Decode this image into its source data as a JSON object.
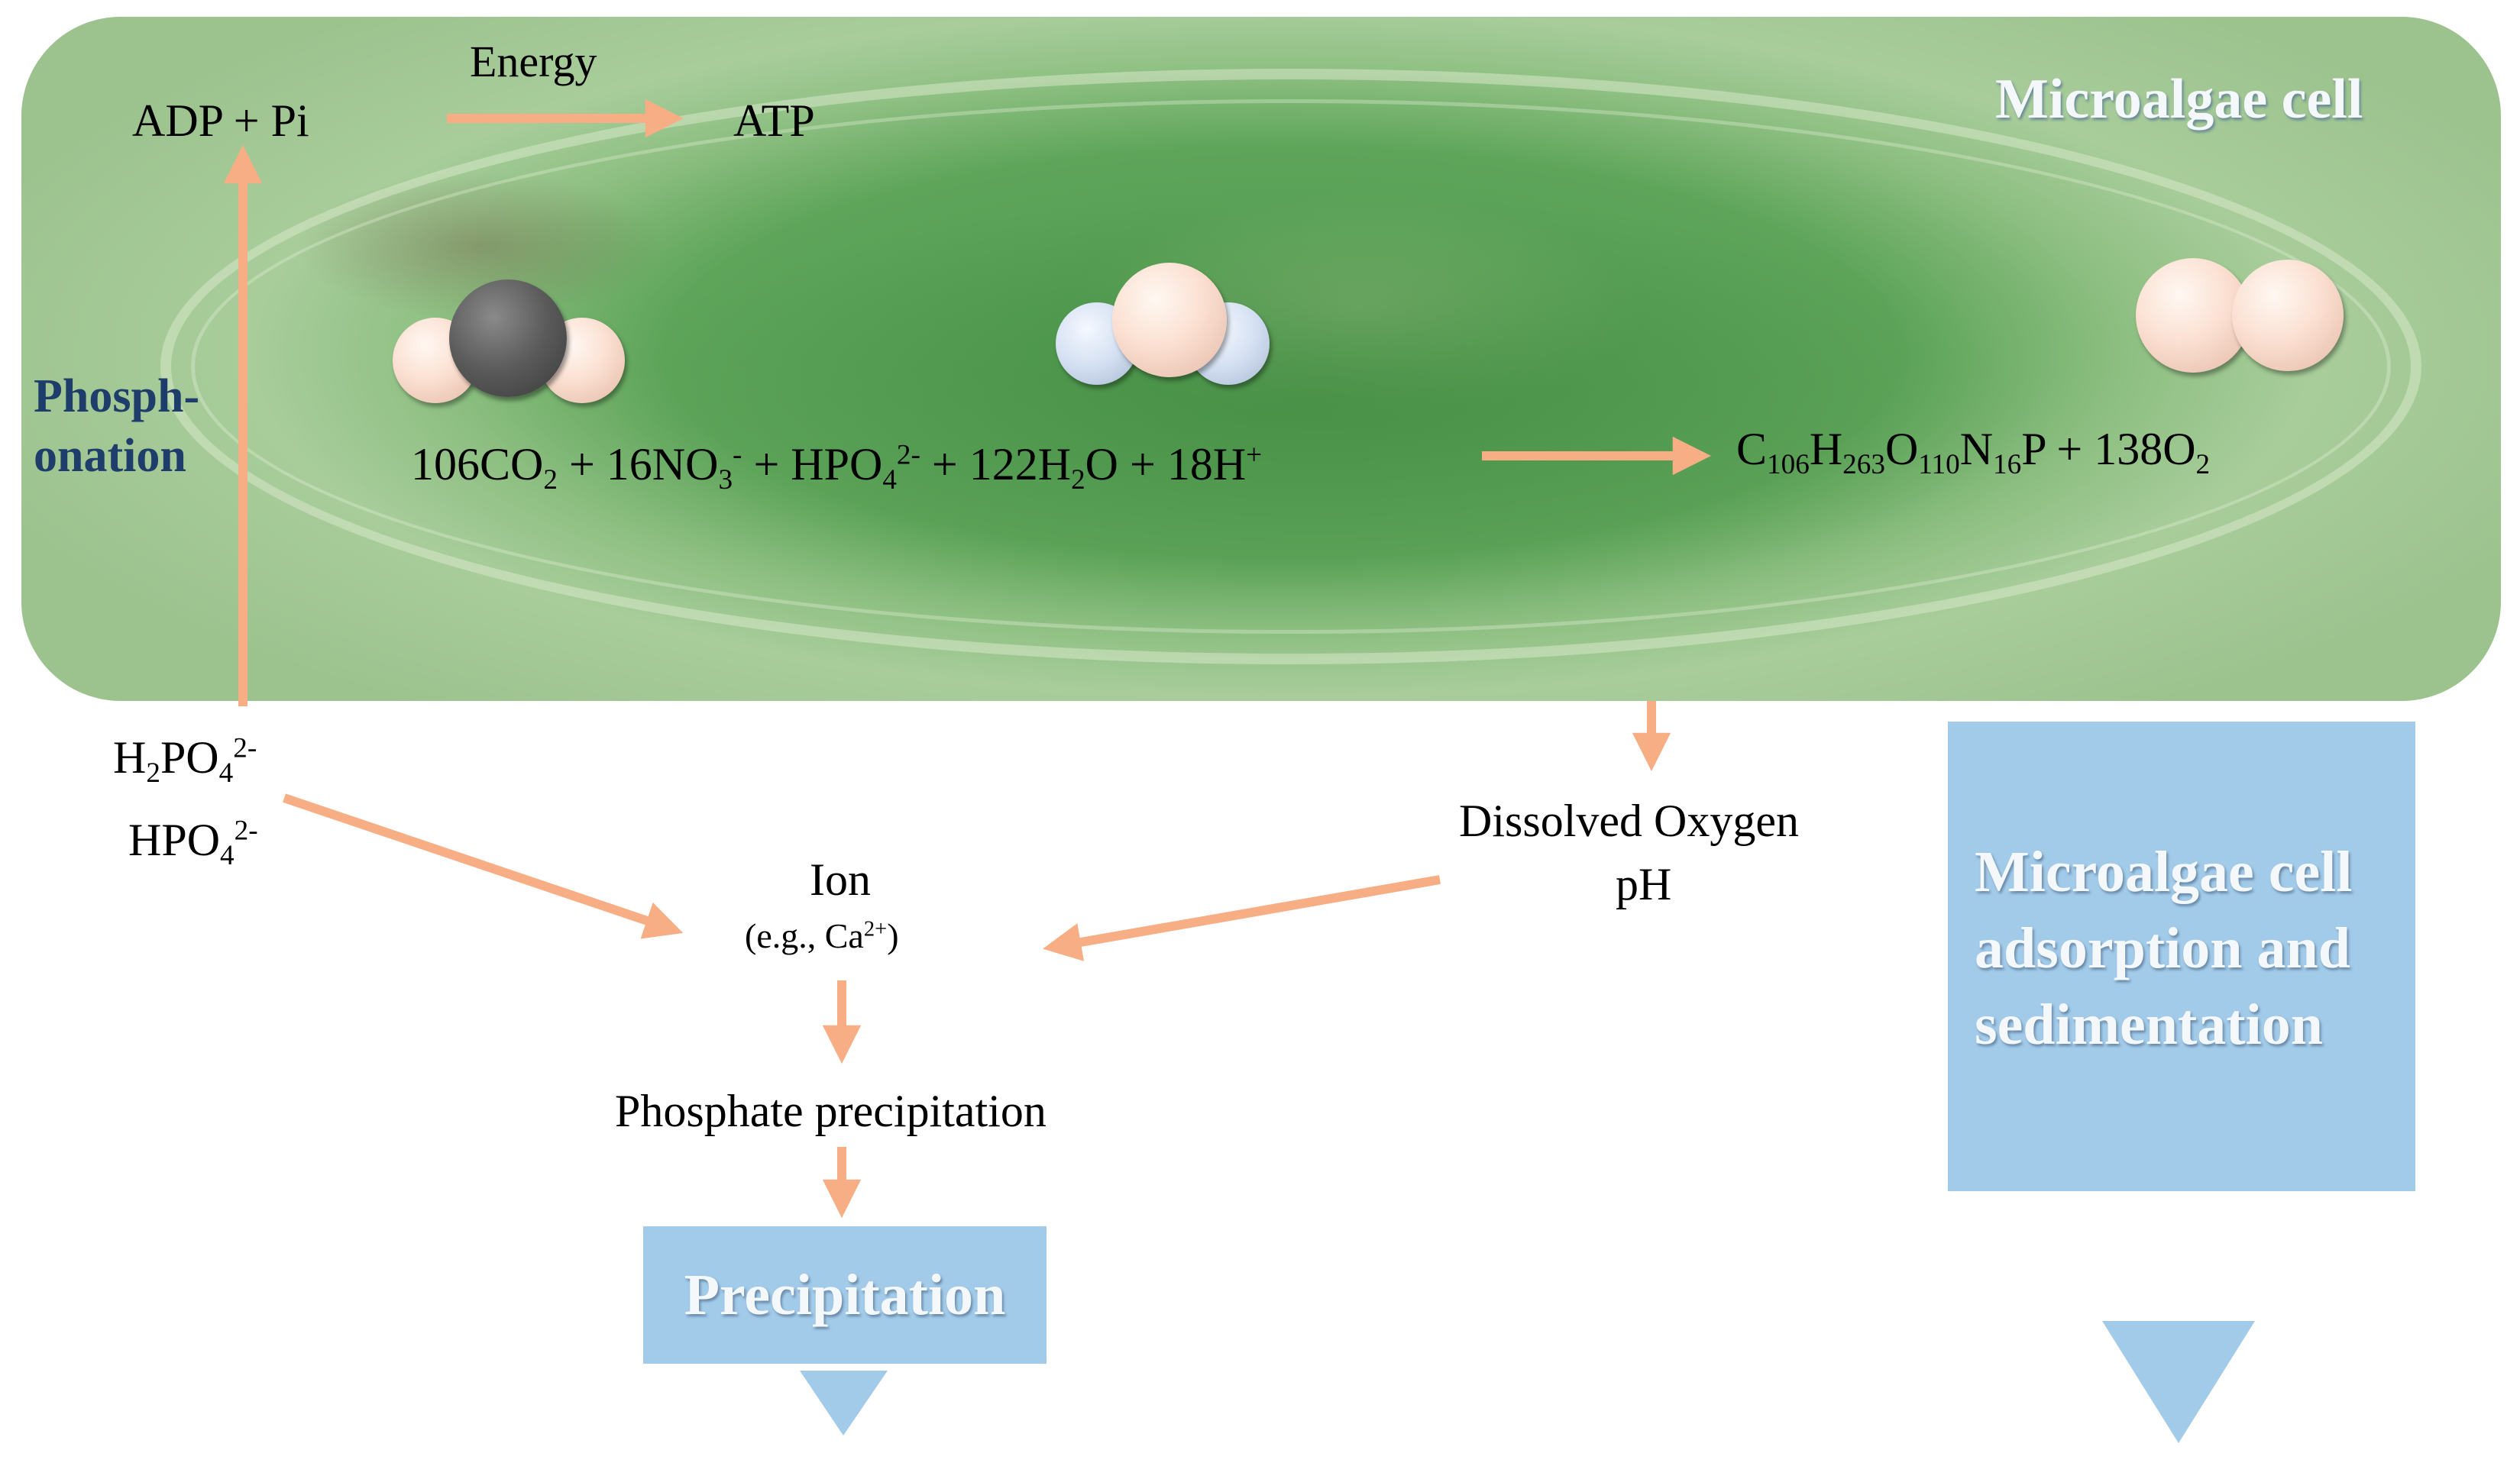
{
  "cell_label": "Microalgae cell",
  "atp_cycle": {
    "energy": "Energy",
    "reactant": "ADP + Pi",
    "product": "ATP"
  },
  "phosphonation": {
    "line1": "Phosph-",
    "line2": "onation"
  },
  "equation": {
    "left": [
      {
        "t": "106CO"
      },
      {
        "sub": "2"
      },
      {
        "t": " + 16NO"
      },
      {
        "sub": "3"
      },
      {
        "sup": "-"
      },
      {
        "t": " + HPO"
      },
      {
        "sub": "4"
      },
      {
        "sup": "2-"
      },
      {
        "t": " + 122H"
      },
      {
        "sub": "2"
      },
      {
        "t": "O + 18H"
      },
      {
        "sup": "+"
      }
    ],
    "right": [
      {
        "t": "C"
      },
      {
        "sub": "106"
      },
      {
        "t": "H"
      },
      {
        "sub": "263"
      },
      {
        "t": "O"
      },
      {
        "sub": "110"
      },
      {
        "t": "N"
      },
      {
        "sub": "16"
      },
      {
        "t": "P + 138O"
      },
      {
        "sub": "2"
      }
    ]
  },
  "phosphate_ions": {
    "h2po4": [
      {
        "t": "H"
      },
      {
        "sub": "2"
      },
      {
        "t": "PO"
      },
      {
        "sub": "4"
      },
      {
        "sup": "2-"
      }
    ],
    "hpo4": [
      {
        "t": "HPO"
      },
      {
        "sub": "4"
      },
      {
        "sup": "2-"
      }
    ]
  },
  "ion": {
    "label": "Ion",
    "example": [
      {
        "t": "(e.g., Ca"
      },
      {
        "sup": "2+"
      },
      {
        "t": ")"
      }
    ]
  },
  "dissolved_oxygen": "Dissolved Oxygen",
  "ph": "pH",
  "phosphate_precipitation": "Phosphate precipitation",
  "precipitation": "Precipitation",
  "adsorption": {
    "line1": "Microalgae cell",
    "line2": "adsorption and",
    "line3": "sedimentation"
  },
  "colors": {
    "arrow": "#f7ae85",
    "blue_box": "#a2cbe9",
    "phosphonation_text": "#1f3d6b",
    "cell_green": "#5ea55a"
  }
}
